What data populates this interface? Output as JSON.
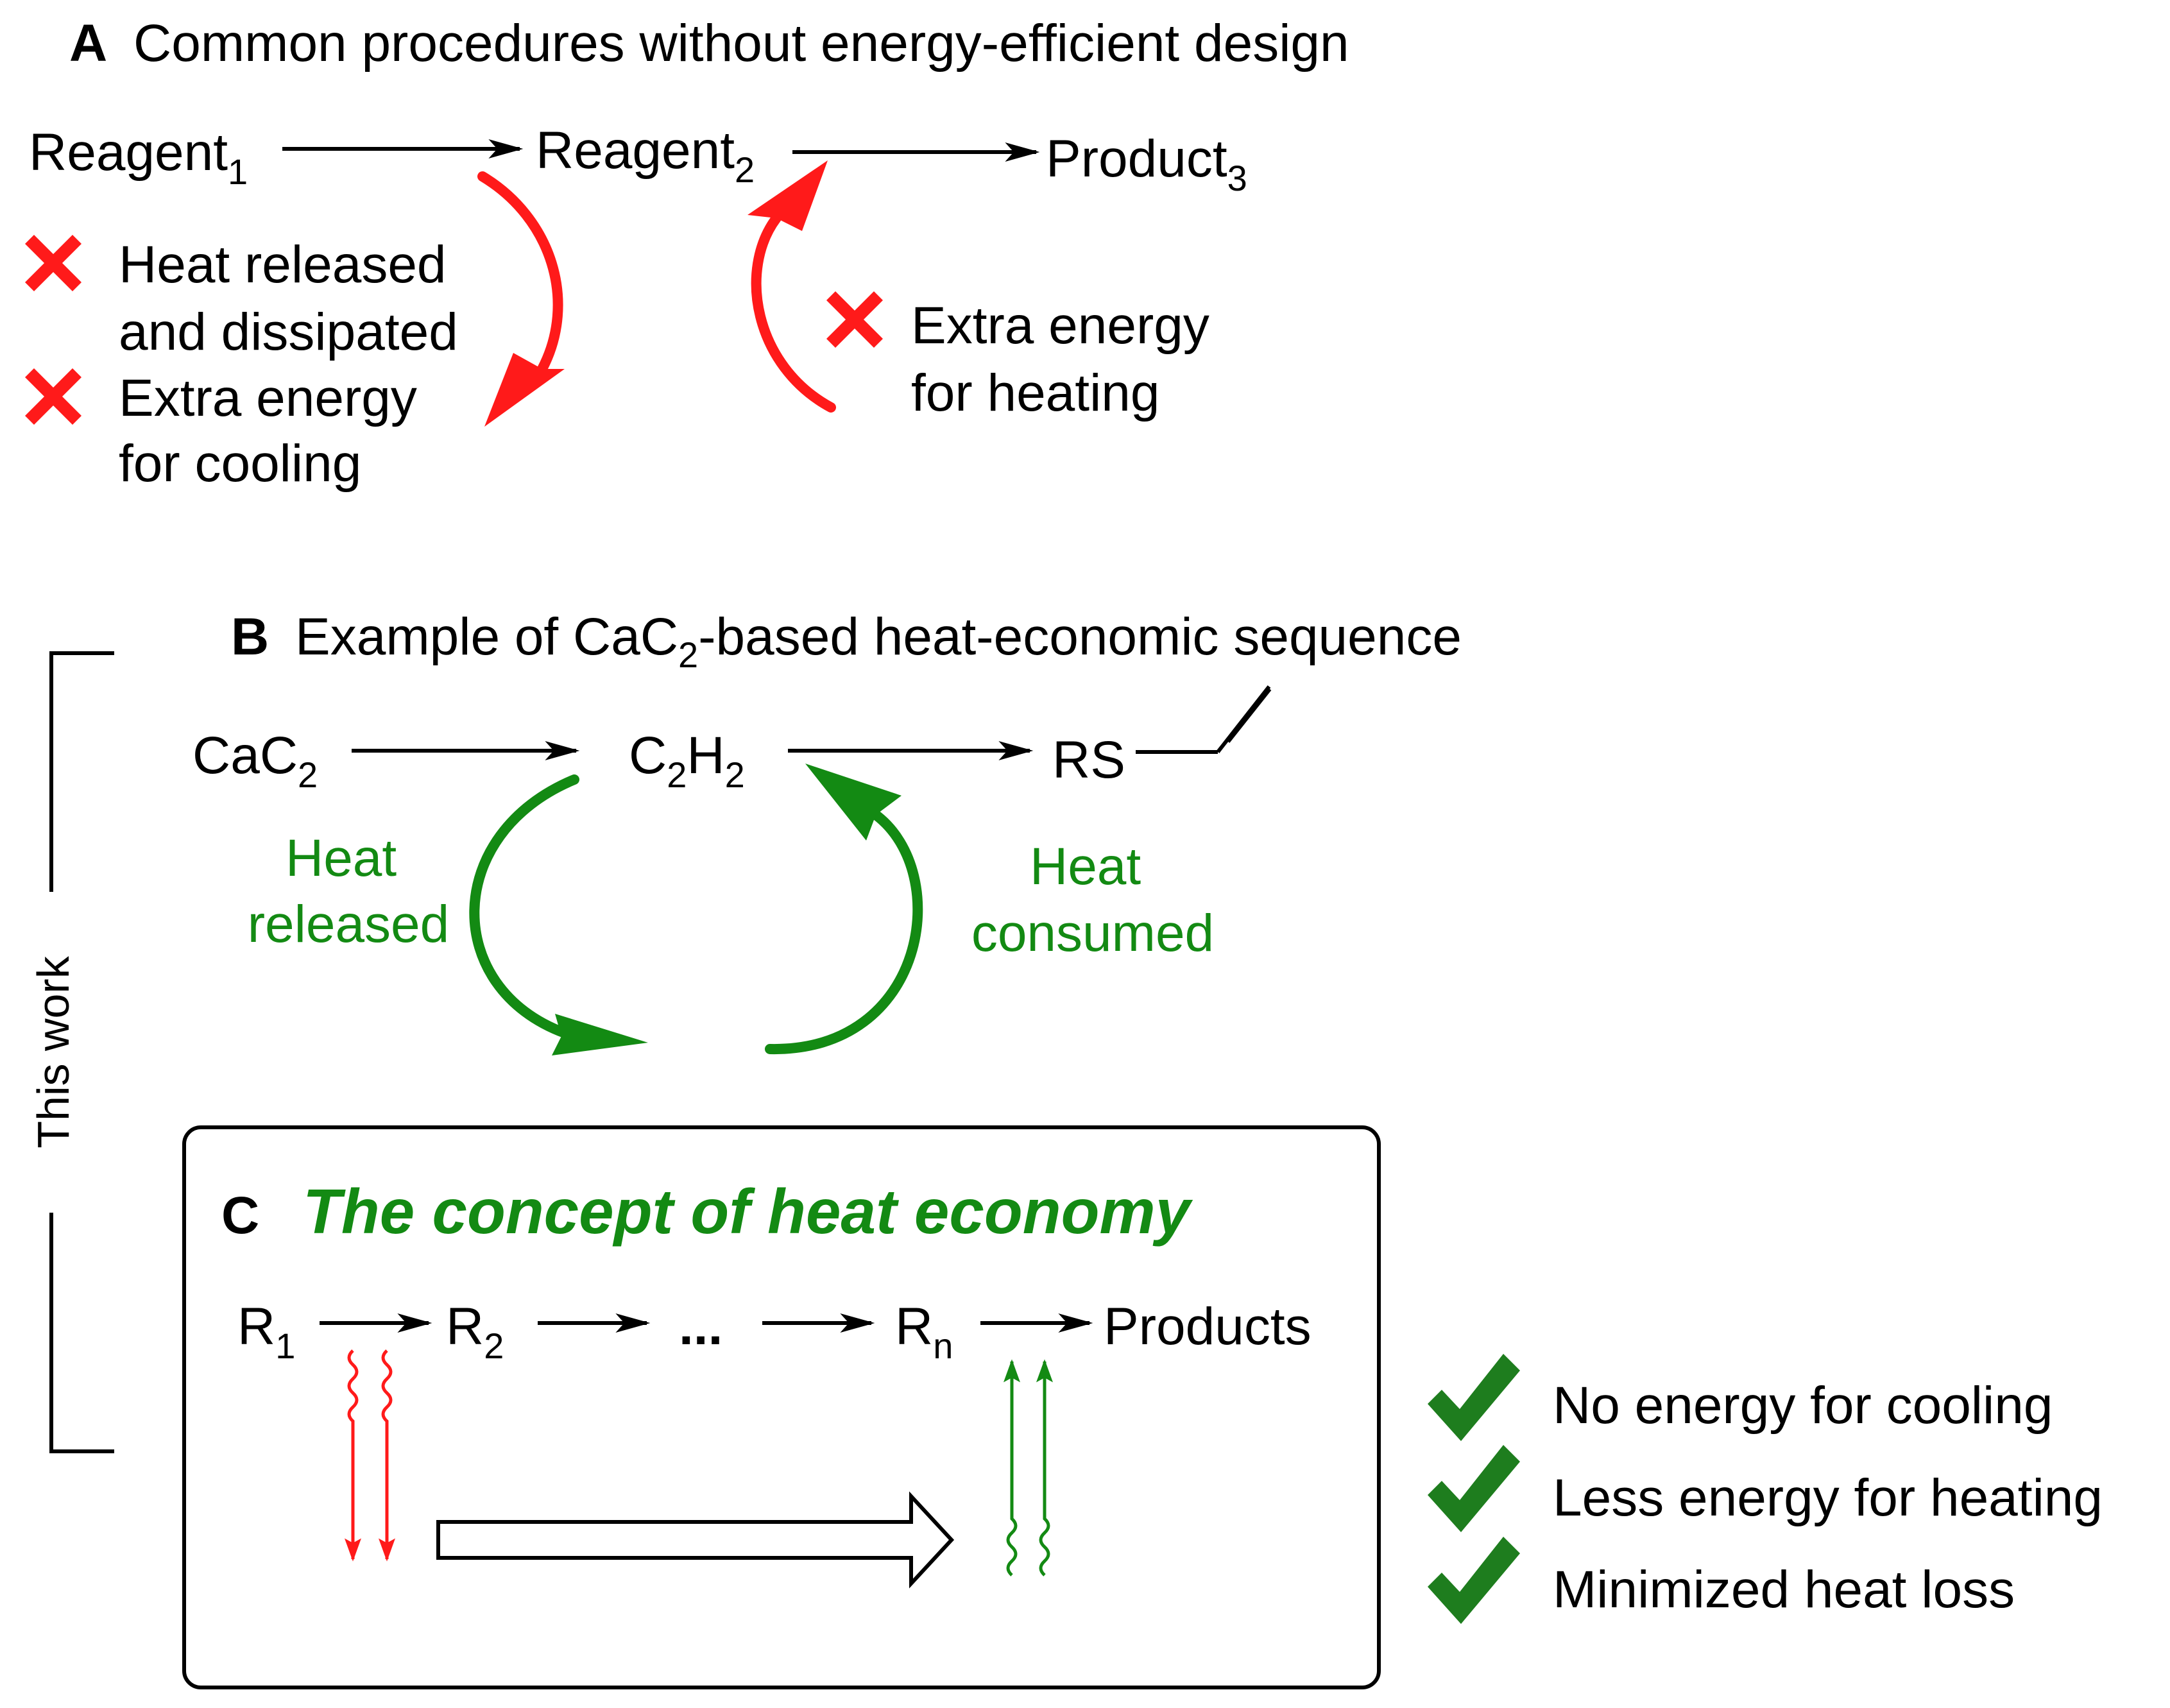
{
  "colors": {
    "text": "#000000",
    "red": "#ff1a1a",
    "green": "#138a13",
    "check_green": "#1e7d1e"
  },
  "panel_a": {
    "letter": "A",
    "title": "Common procedures without energy-efficient design",
    "reagent1": {
      "base": "Reagent",
      "sub": "1"
    },
    "reagent2": {
      "base": "Reagent",
      "sub": "2"
    },
    "product3": {
      "base": "Product",
      "sub": "3"
    },
    "left_notes": [
      {
        "icon": "cross-icon",
        "lines": [
          "Heat released",
          "and dissipated"
        ]
      },
      {
        "icon": "cross-icon",
        "lines": [
          "Extra energy",
          "for cooling"
        ]
      }
    ],
    "right_note": {
      "icon": "cross-icon",
      "lines": [
        "Extra energy",
        "for heating"
      ]
    }
  },
  "panel_b": {
    "letter": "B",
    "title_pre": "Example of CaC",
    "title_sub": "2",
    "title_post": "-based heat-economic sequence",
    "cac2": {
      "base": "CaC",
      "sub": "2"
    },
    "c2h2": {
      "c": "C",
      "s1": "2",
      "h": "H",
      "s2": "2"
    },
    "rs": "RS",
    "heat_released": [
      "Heat",
      "released"
    ],
    "heat_consumed": [
      "Heat",
      "consumed"
    ]
  },
  "side_label": "This work",
  "panel_c": {
    "letter": "C",
    "title": "The concept of heat economy",
    "r1": {
      "base": "R",
      "sub": "1"
    },
    "r2": {
      "base": "R",
      "sub": "2"
    },
    "ellipsis": "...",
    "rn": {
      "base": "R",
      "sub": "n"
    },
    "products": "Products"
  },
  "benefits": [
    {
      "icon": "checkmark-icon",
      "label": "No energy for cooling"
    },
    {
      "icon": "checkmark-icon",
      "label": "Less energy for heating"
    },
    {
      "icon": "checkmark-icon",
      "label": "Minimized heat loss"
    }
  ]
}
